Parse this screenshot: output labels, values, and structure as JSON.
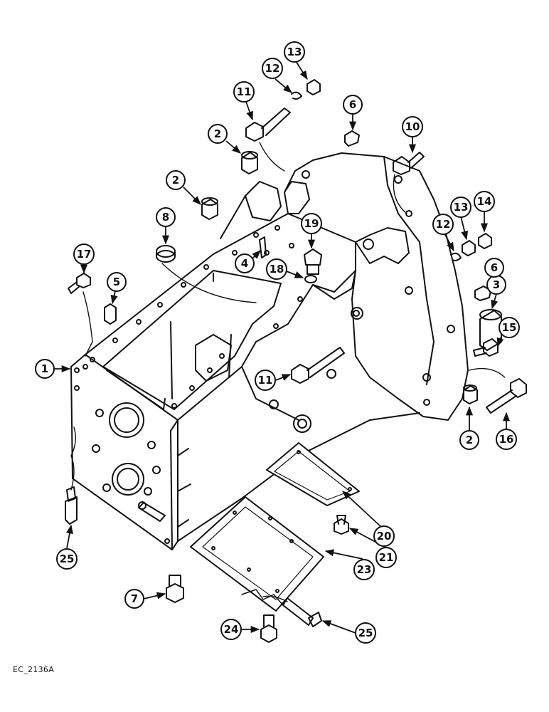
{
  "diagram": {
    "reference_code": "EC_2136A",
    "callouts": [
      {
        "id": "c1",
        "label": "1"
      },
      {
        "id": "c2a",
        "label": "2"
      },
      {
        "id": "c2b",
        "label": "2"
      },
      {
        "id": "c2c",
        "label": "2"
      },
      {
        "id": "c3",
        "label": "3"
      },
      {
        "id": "c4",
        "label": "4"
      },
      {
        "id": "c5",
        "label": "5"
      },
      {
        "id": "c6a",
        "label": "6"
      },
      {
        "id": "c6b",
        "label": "6"
      },
      {
        "id": "c7",
        "label": "7"
      },
      {
        "id": "c8",
        "label": "8"
      },
      {
        "id": "c10",
        "label": "10"
      },
      {
        "id": "c11a",
        "label": "11"
      },
      {
        "id": "c11b",
        "label": "11"
      },
      {
        "id": "c12a",
        "label": "12"
      },
      {
        "id": "c12b",
        "label": "12"
      },
      {
        "id": "c13a",
        "label": "13"
      },
      {
        "id": "c13b",
        "label": "13"
      },
      {
        "id": "c14",
        "label": "14"
      },
      {
        "id": "c15",
        "label": "15"
      },
      {
        "id": "c16",
        "label": "16"
      },
      {
        "id": "c17",
        "label": "17"
      },
      {
        "id": "c18",
        "label": "18"
      },
      {
        "id": "c19",
        "label": "19"
      },
      {
        "id": "c20",
        "label": "20"
      },
      {
        "id": "c21",
        "label": "21"
      },
      {
        "id": "c23",
        "label": "23"
      },
      {
        "id": "c24",
        "label": "24"
      },
      {
        "id": "c25a",
        "label": "25"
      },
      {
        "id": "c25b",
        "label": "25"
      }
    ]
  }
}
